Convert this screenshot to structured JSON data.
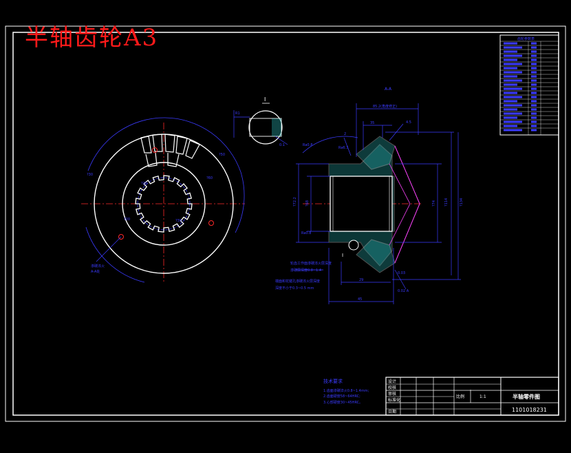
{
  "drawing": {
    "title_watermark": "半轴齿轮A3",
    "section_label": "I",
    "detail_label": "I",
    "detail_ref": "1",
    "view_label_top": "A-A",
    "notes_title": "技术要求",
    "notes": [
      "1.齿面渗碳淬火0.8~1.4mm;",
      "2.齿面硬度58~64HRC;",
      "3.心部硬度30~45HRC。"
    ],
    "left_annotation_1": "渗碳淬火",
    "left_annotation_2": "A-A处",
    "right_annotation_1": "轮齿工作面渗碳淬火层深度",
    "right_annotation_2": "端面和花键孔渗碳淬火层深度"
  },
  "title_block": {
    "rows": [
      "设计",
      "校核",
      "审核",
      "标准化",
      "日期"
    ],
    "scale_label": "比例",
    "scale_value": "1:1",
    "part_name": "半轴零件图",
    "drawing_number": "1101018231"
  },
  "parameter_table": {
    "title": "齿轮参数表"
  },
  "colors": {
    "background": "#000000",
    "frame": "#ffffff",
    "dimension": "#3b3bff",
    "centerline": "#ff2a2a",
    "hatch": "#2ec4c4",
    "highlight": "#ff44ff",
    "watermark": "#ff1a1a"
  }
}
